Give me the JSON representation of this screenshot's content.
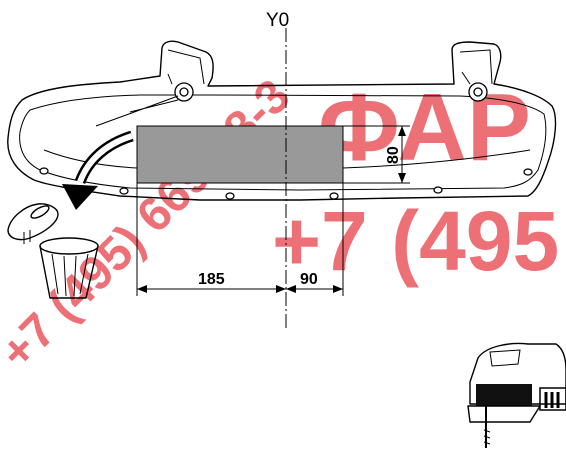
{
  "diagram": {
    "axis_label": "Y0",
    "dimensions": {
      "left_width": "185",
      "right_width": "90",
      "height": "80"
    },
    "watermark": {
      "phone_diagonal": "+7 (495) 669-38-3",
      "brand_text": "ФАР",
      "phone_text": "+7 (495",
      "color": "#e8484f"
    },
    "colors": {
      "cut_area": "#999999",
      "line": "#000000"
    },
    "icons": [
      "arrow-icon",
      "trash-bin-icon",
      "removed-clip-icon",
      "jigsaw-icon"
    ]
  }
}
